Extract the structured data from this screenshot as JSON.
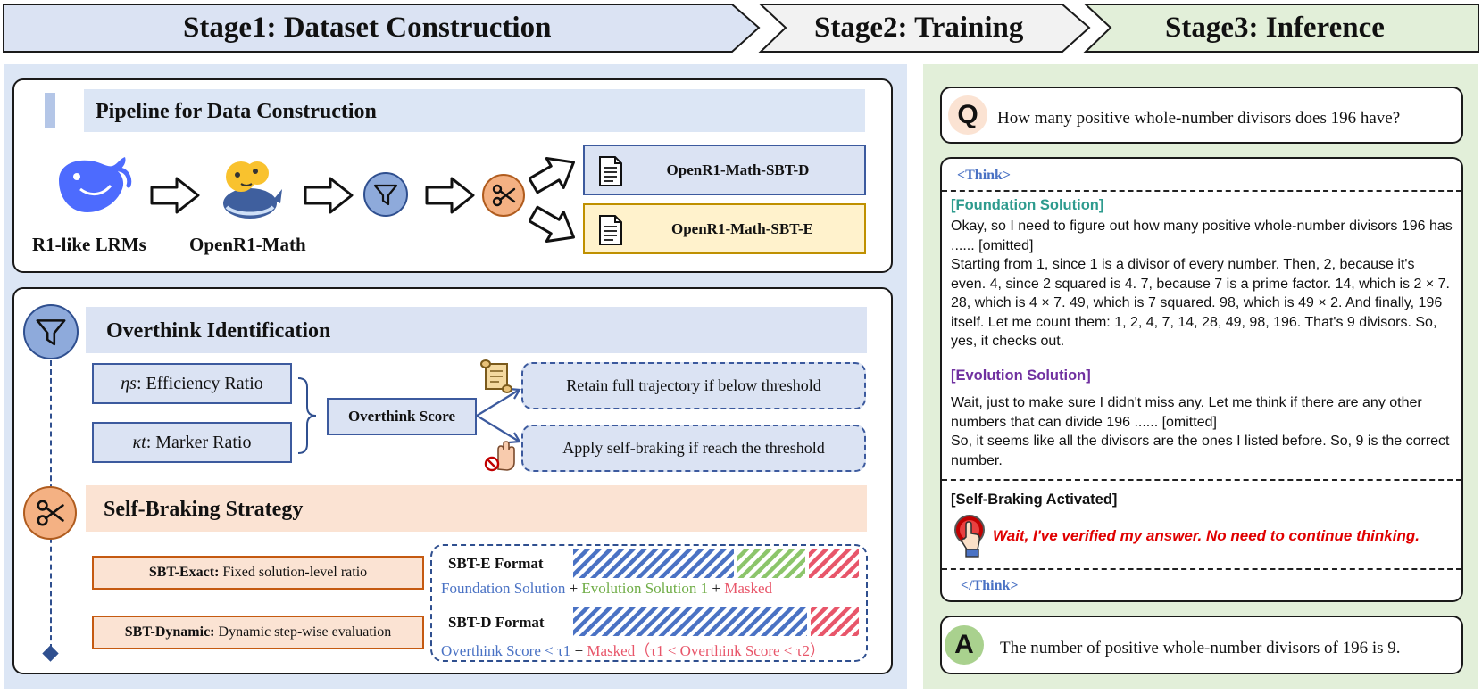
{
  "stages": {
    "stage1": "Stage1: Dataset Construction",
    "stage2": "Stage2: Training",
    "stage3": "Stage3: Inference"
  },
  "pipeline": {
    "title": "Pipeline for Data Construction",
    "r1_label": "R1-like LRMs",
    "openr1_label": "OpenR1-Math",
    "dataset_d": "OpenR1-Math-SBT-D",
    "dataset_e": "OpenR1-Math-SBT-E"
  },
  "overthink": {
    "title": "Overthink Identification",
    "efficiency_symbol": "ηs",
    "efficiency_label": ": Efficiency Ratio",
    "marker_symbol": "κt",
    "marker_label": ": Marker Ratio",
    "score_label": "Overthink Score",
    "retain_label": "Retain full trajectory if below threshold",
    "apply_label": "Apply self-braking if reach the threshold"
  },
  "braking": {
    "title": "Self-Braking Strategy",
    "exact_bold": "SBT-Exact:",
    "exact_rest": " Fixed solution-level ratio",
    "dynamic_bold": "SBT-Dynamic:",
    "dynamic_rest": " Dynamic step-wise evaluation",
    "e_format": "SBT-E Format",
    "e_foundation": "Foundation Solution",
    "e_plus1": " + ",
    "e_evolution": "Evolution Solution 1",
    "e_plus2": " + ",
    "e_masked": "Masked",
    "d_format": "SBT-D Format",
    "d_overthink": "Overthink Score < τ1",
    "d_plus": " + ",
    "d_masked": "Masked",
    "d_range": "（τ1 < Overthink Score < τ2）"
  },
  "inference": {
    "q_letter": "Q",
    "question": "How many positive whole-number divisors does 196 have?",
    "think_open": "<Think>",
    "foundation_title": "[Foundation Solution]",
    "foundation_text_1": "Okay, so I need to figure out how many positive whole-number divisors 196 has ...... [omitted]",
    "foundation_text_2": "Starting from 1, since 1 is a divisor of every number. Then, 2, because it's even. 4, since 2 squared is 4. 7, because 7 is a prime factor. 14, which is 2 × 7. 28, which is 4 × 7. 49, which is 7 squared. 98, which is 49 × 2. And finally, 196 itself. Let me count them: 1, 2, 4, 7, 14, 28, 49, 98, 196. That's 9 divisors. So, yes, it checks out.",
    "evolution_title": "[Evolution Solution]",
    "evolution_text_1": "Wait, just to make sure I didn't miss any. Let me think if there are any other numbers that can divide 196 ...... [omitted]",
    "evolution_text_2": "So, it seems like all the divisors are the ones I listed before. So, 9 is the correct number.",
    "braking_title": "[Self-Braking Activated]",
    "braking_text": "Wait, I've verified my answer. No need to continue thinking.",
    "think_close": "</Think>",
    "a_letter": "A",
    "answer": "The number of positive whole-number divisors of 196 is 9."
  },
  "colors": {
    "stage1_bg": "#dbe3f3",
    "stage2_bg": "#f2f2f2",
    "stage3_bg": "#e2efd9",
    "left_panel_bg": "#dce6f5",
    "right_panel_bg": "#e2efd9",
    "blue_accent": "#4a72c4",
    "teal_accent": "#2e9b8e",
    "purple_accent": "#7030a0",
    "red_accent": "#e00000",
    "orange_box": "#fbe3d3",
    "green_stripe": "#8cc56b",
    "red_stripe": "#e8566a"
  },
  "icons": [
    "deepseek-whale-icon",
    "openr1-whale-icon",
    "funnel-icon",
    "scissors-icon",
    "document-icon",
    "scroll-icon",
    "stop-hand-icon",
    "brake-button-icon",
    "arrow-icon"
  ]
}
